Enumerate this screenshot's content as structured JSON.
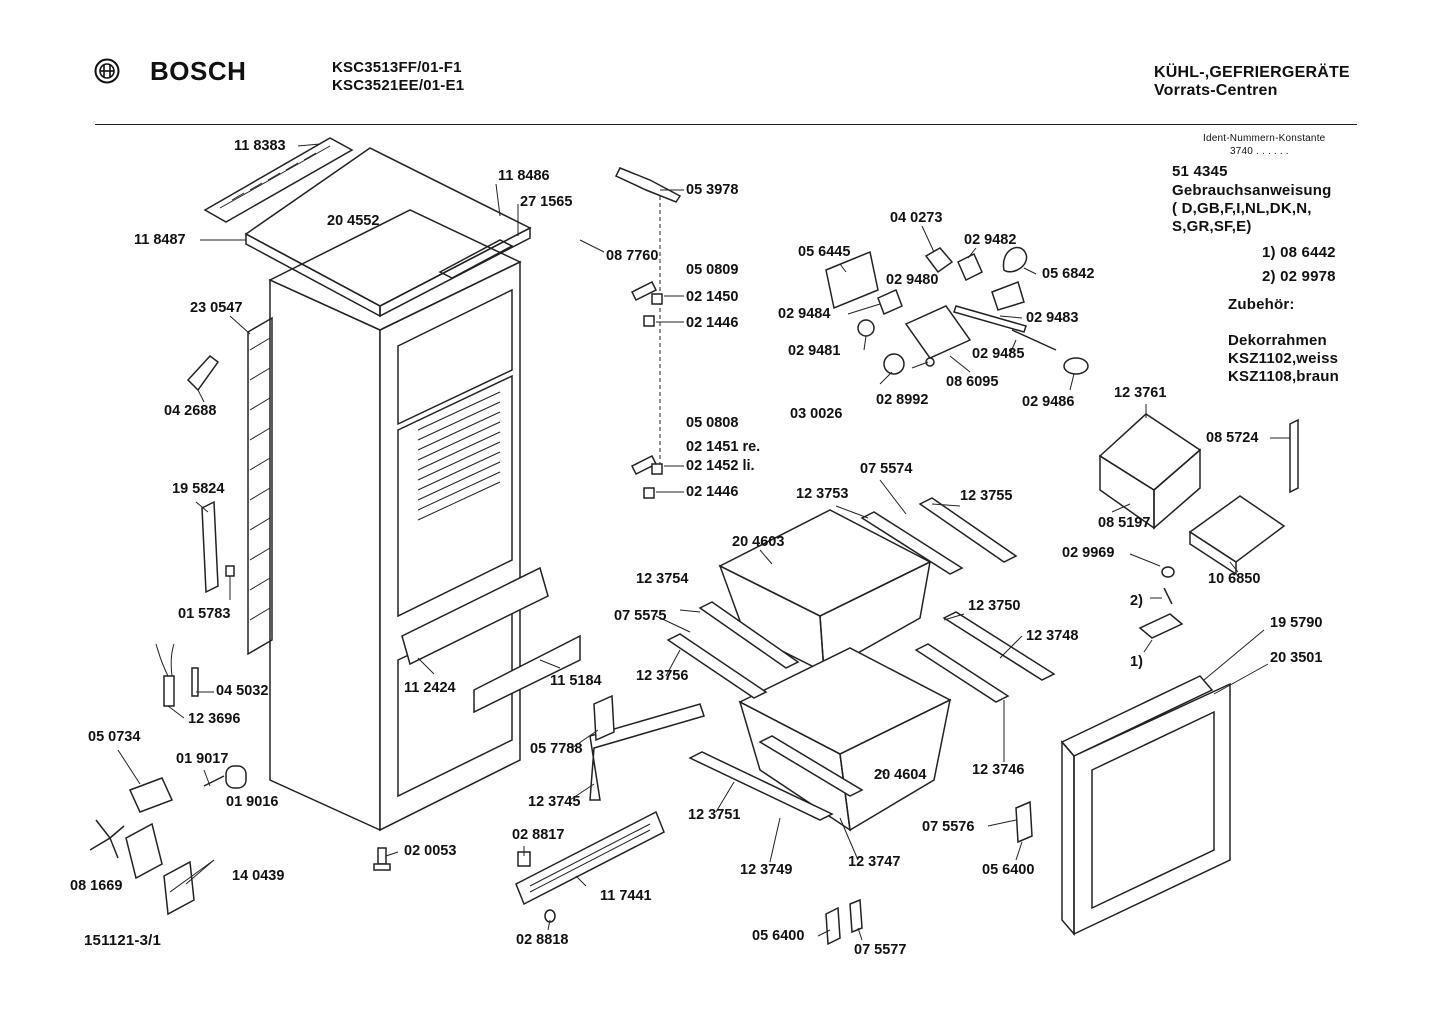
{
  "header": {
    "brand": "BOSCH",
    "models": [
      "KSC3513FF/01-F1",
      "KSC3521EE/01-E1"
    ],
    "category": "KÜHL-,GEFRIERGERÄTE",
    "subcategory": "Vorrats-Centren"
  },
  "ident": {
    "label": "Ident-Nummern-Konstante",
    "value": "3740  . .   . . . ."
  },
  "info": {
    "manual_no": "51 4345",
    "manual_title": "Gebrauchsanweisung",
    "languages_1": "( D,GB,F,I,NL,DK,N,",
    "languages_2": "S,GR,SF,E)",
    "footnote_1": "1)  08 6442",
    "footnote_2": "2)  02 9978",
    "accessories_title": "Zubehör:",
    "accessory_name": "Dekorrahmen",
    "accessory_1": "KSZ1102,weiss",
    "accessory_2": "KSZ1108,braun"
  },
  "drawing_id": "151121-3/1",
  "part_labels": [
    "11 8383",
    "20 4552",
    "11 8486",
    "27 1565",
    "11 8487",
    "08 7760",
    "05 3978",
    "05 0809",
    "02 1450",
    "02 1446",
    "05 0808",
    "02 1451 re.",
    "02 1452 li.",
    "02 1446",
    "04 0273",
    "02 9482",
    "05 6445",
    "02 9480",
    "05 6842",
    "02 9484",
    "02 9483",
    "02 9481",
    "02 9485",
    "08 6095",
    "03 0026",
    "02 8992",
    "02 9486",
    "12 3761",
    "08 5724",
    "08 5197",
    "02 9969",
    "10 6850",
    "2)",
    "1)",
    "23 0547",
    "04 2688",
    "19 5824",
    "01 5783",
    "04 5032",
    "12 3696",
    "05 0734",
    "01 9017",
    "01 9016",
    "08 1669",
    "14 0439",
    "02 0053",
    "11 2424",
    "11 5184",
    "05 7788",
    "12 3745",
    "02 8817",
    "11 7441",
    "02 8818",
    "07 5574",
    "12 3753",
    "12 3755",
    "20 4603",
    "12 3754",
    "07 5575",
    "12 3756",
    "12 3750",
    "12 3748",
    "12 3746",
    "20 4604",
    "12 3751",
    "12 3749",
    "12 3747",
    "07 5576",
    "05 6400",
    "05 6400",
    "07 5577",
    "19 5790",
    "20 3501"
  ]
}
